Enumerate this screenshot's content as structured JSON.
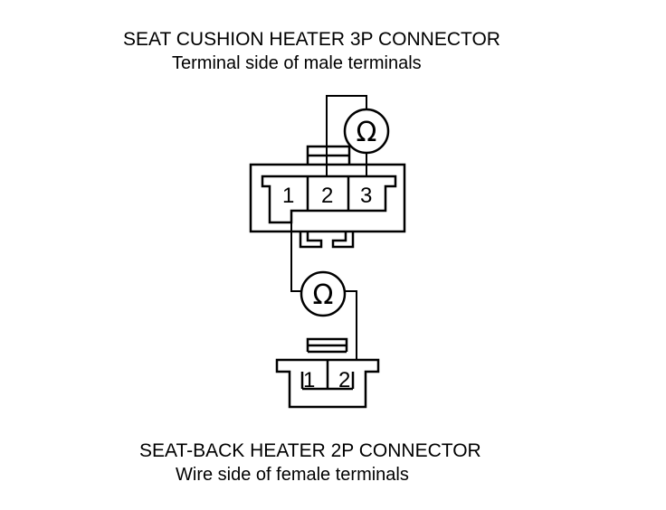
{
  "cushion_connector": {
    "title": "SEAT CUSHION HEATER 3P CONNECTOR",
    "subtitle": "Terminal side of male terminals",
    "pins": [
      "1",
      "2",
      "3"
    ]
  },
  "back_connector": {
    "title": "SEAT-BACK HEATER 2P CONNECTOR",
    "subtitle": "Wire side of female terminals",
    "pins": [
      "1",
      "2"
    ]
  },
  "meters": [
    {
      "symbol": "Ω",
      "icon": "ohmmeter-icon"
    },
    {
      "symbol": "Ω",
      "icon": "ohmmeter-icon"
    }
  ]
}
